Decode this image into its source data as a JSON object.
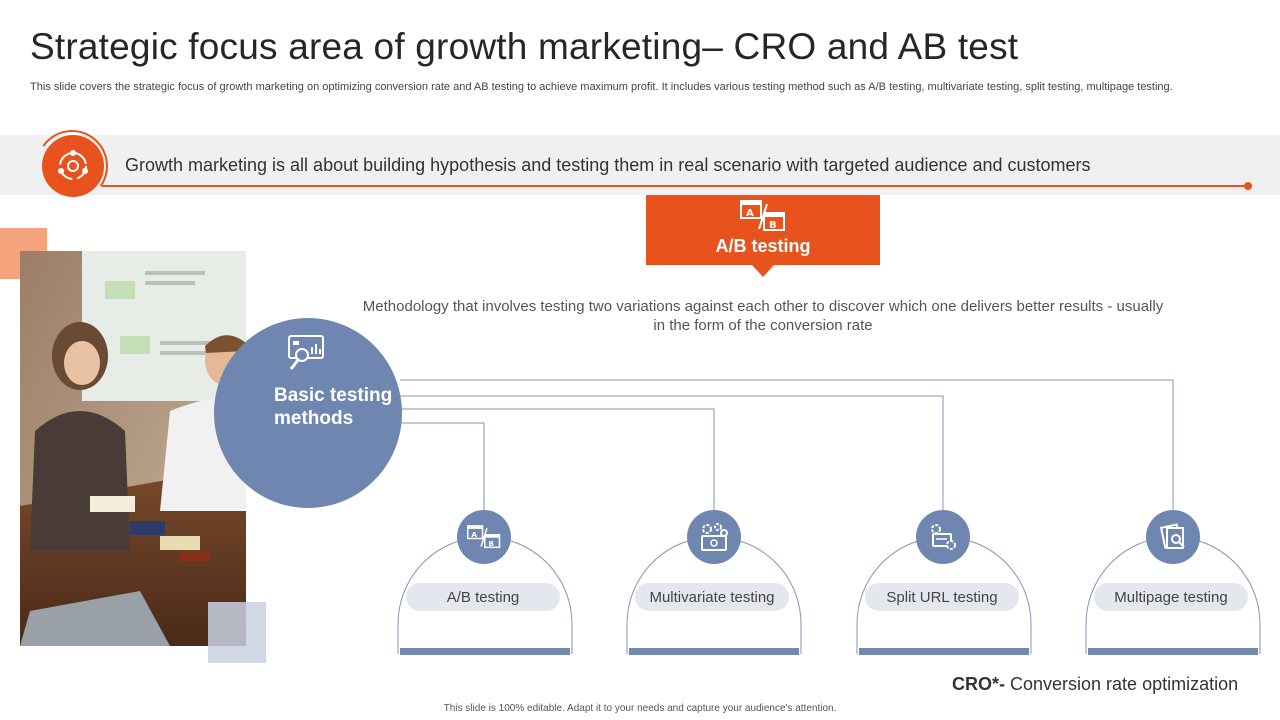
{
  "title": "Strategic focus area of growth marketing– CRO and AB test",
  "subtitle": "This slide covers the strategic focus of growth marketing on optimizing conversion rate and AB testing to achieve maximum profit. It includes various testing method such as A/B testing, multivariate testing, split testing, multipage testing.",
  "banner": {
    "text": "Growth marketing is all about building hypothesis and testing them in real scenario with targeted audience and customers",
    "icon": "growth-cycle-icon"
  },
  "highlight": {
    "title": "A/B testing",
    "icon": "ab-test-icon",
    "description": "Methodology that involves testing two variations against each other to discover which one delivers better results - usually in the form of the conversion rate"
  },
  "hub": {
    "label": "Basic testing methods",
    "icon": "analytics-monitor-icon"
  },
  "methods": [
    {
      "label": "A/B testing",
      "icon": "ab-test-icon"
    },
    {
      "label": "Multivariate testing",
      "icon": "gears-monitor-icon"
    },
    {
      "label": "Split URL testing",
      "icon": "split-gear-icon"
    },
    {
      "label": "Multipage testing",
      "icon": "pages-search-icon"
    }
  ],
  "note": {
    "abbr": "CRO*-",
    "text": " Conversion rate optimization"
  },
  "footer": "This slide is 100% editable. Adapt it to your needs and capture your audience's attention.",
  "colors": {
    "accent": "#e8531d",
    "steel_blue": "#6f87b0",
    "banner_bg": "#f0f0f0"
  }
}
